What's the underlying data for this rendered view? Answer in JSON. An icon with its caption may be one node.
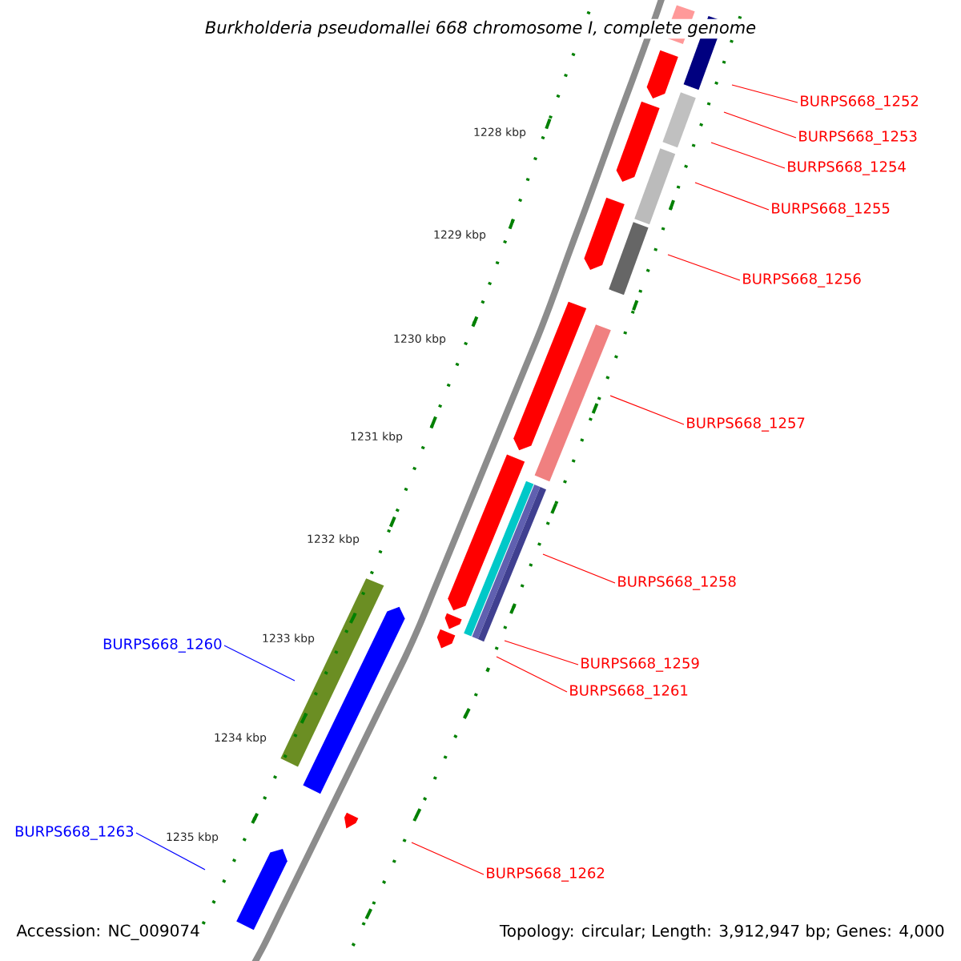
{
  "diagram": {
    "title": "Burkholderia pseudomallei 668 chromosome I, complete genome",
    "nodes": [
      {
        "text": [
          "BURPS668_1252"
        ]
      },
      {
        "text": [
          "BURPS668_1253"
        ]
      },
      {
        "text": [
          "BURPS668_1254"
        ]
      },
      {
        "text": [
          "BURPS668_1255"
        ]
      },
      {
        "text": [
          "BURPS668_1256"
        ]
      },
      {
        "text": [
          "BURPS668_1257"
        ]
      },
      {
        "text": [
          "BURPS668_1258"
        ]
      },
      {
        "text": [
          "BURPS668_1260"
        ]
      },
      {
        "text": [
          "BURPS668_1259"
        ]
      },
      {
        "text": [
          "BURPS668_1261"
        ]
      },
      {
        "text": [
          "BURPS668_1263"
        ]
      },
      {
        "text": [
          "BURPS668_1262"
        ]
      }
    ],
    "edges": [
      {
        "from": 0,
        "to": null,
        "arrow": "none"
      },
      {
        "from": 1,
        "to": null,
        "arrow": "none"
      },
      {
        "from": 2,
        "to": null,
        "arrow": "none"
      },
      {
        "from": 3,
        "to": null,
        "arrow": "none"
      },
      {
        "from": 4,
        "to": null,
        "arrow": "none"
      },
      {
        "from": 5,
        "to": null,
        "arrow": "none"
      },
      {
        "from": 6,
        "to": null,
        "arrow": "none"
      },
      {
        "from": 7,
        "to": null,
        "arrow": "none",
        "color": "#0000ff"
      },
      {
        "from": 8,
        "to": null,
        "arrow": "none"
      },
      {
        "from": 9,
        "to": null,
        "arrow": "none"
      },
      {
        "from": 10,
        "to": null,
        "arrow": "none",
        "color": "#0000ff"
      },
      {
        "from": 11,
        "to": null,
        "arrow": "none"
      }
    ],
    "labels": [
      "1228 kbp",
      "1229 kbp",
      "1230 kbp",
      "1231 kbp",
      "1232 kbp",
      "1233 kbp",
      "1234 kbp",
      "1235 kbp",
      "Accession: NC_009074",
      "Topology: circular; Length: 3,912,947 bp; Genes: 4,000"
    ]
  }
}
